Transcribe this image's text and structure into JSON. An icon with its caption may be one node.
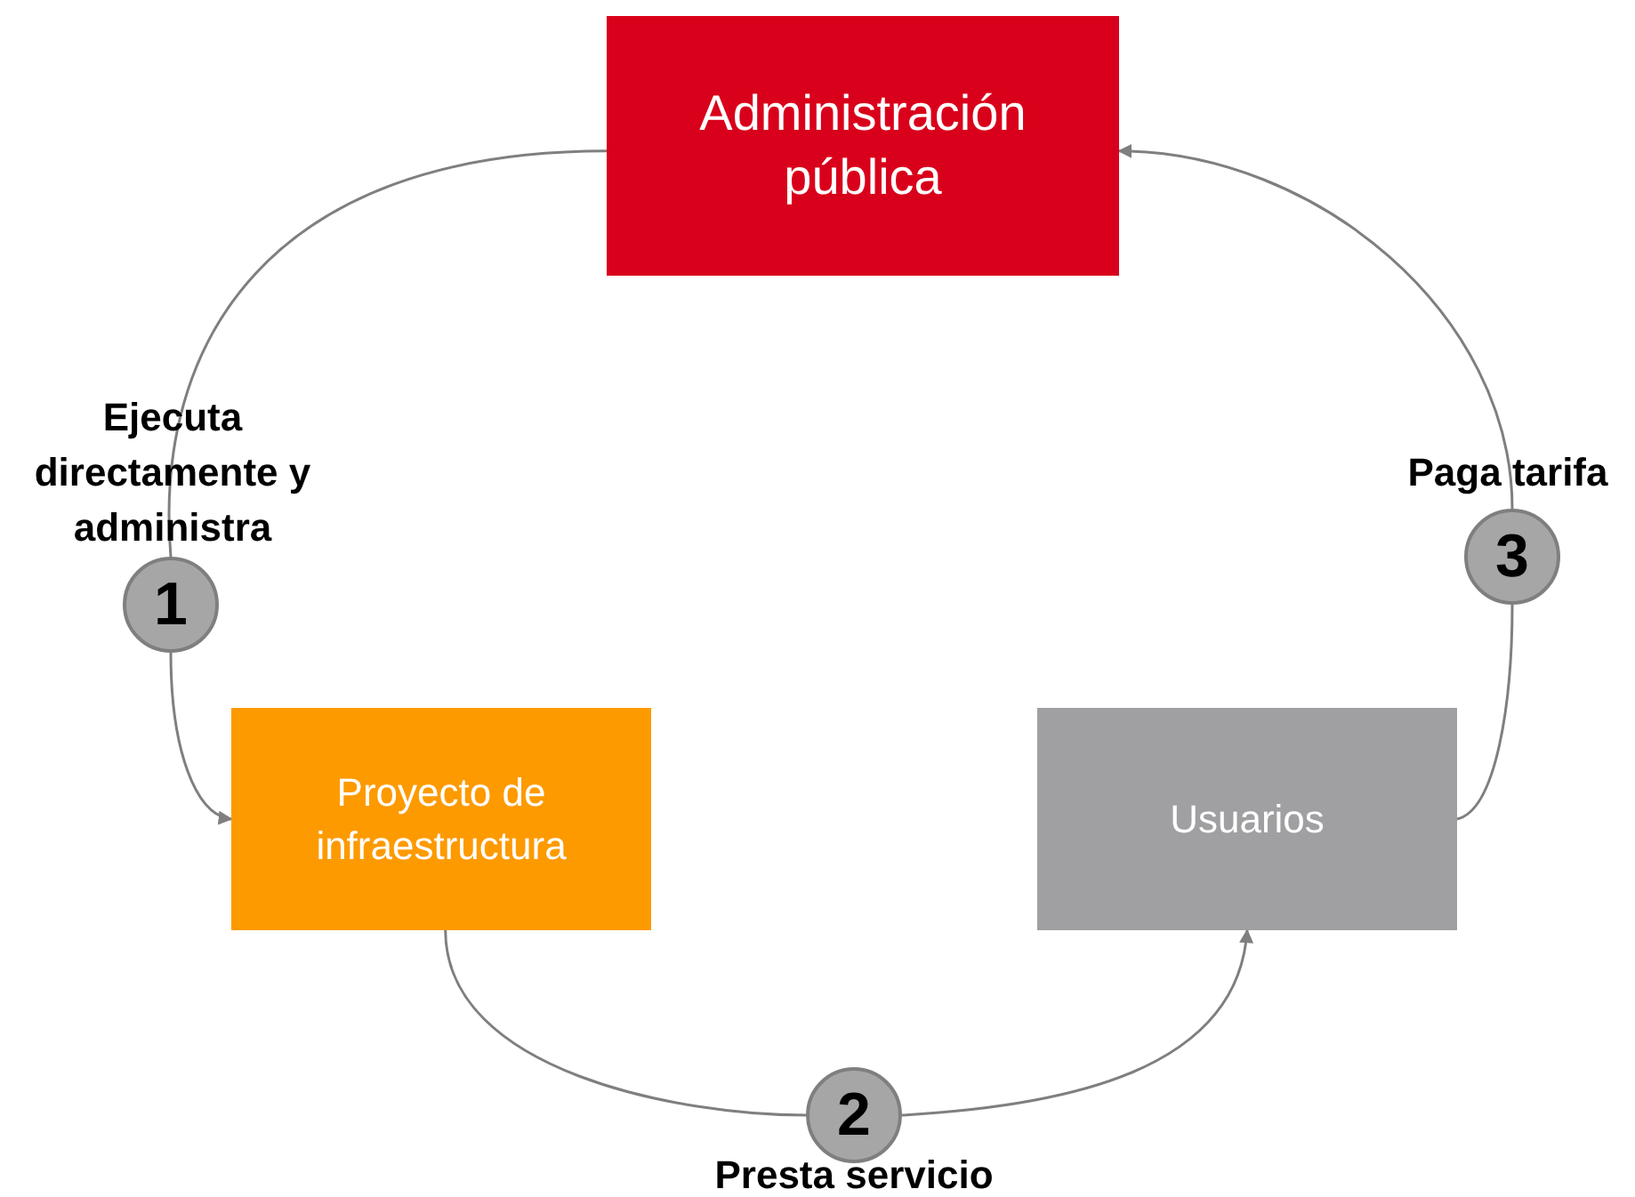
{
  "diagram": {
    "nodes": [
      {
        "text": [
          "Administración pública"
        ]
      },
      {
        "text": [
          "Proyecto de infraestructura"
        ]
      },
      {
        "text": [
          "Usuarios"
        ]
      },
      {
        "text": [
          "1"
        ],
        "beside": [
          "Ejecuta directamente y administra"
        ]
      },
      {
        "text": [
          "2"
        ],
        "beside": [
          "Presta servicio"
        ]
      },
      {
        "text": [
          "3"
        ],
        "beside": [
          "Paga tarifa"
        ]
      }
    ],
    "edges": [
      {
        "from": 0,
        "to": 3,
        "arrow": "none"
      },
      {
        "from": 3,
        "to": 1,
        "arrow": "to"
      },
      {
        "from": 1,
        "to": 4,
        "arrow": "none"
      },
      {
        "from": 4,
        "to": 2,
        "arrow": "to"
      },
      {
        "from": 2,
        "to": 5,
        "arrow": "none"
      },
      {
        "from": 5,
        "to": 0,
        "arrow": "to"
      }
    ]
  }
}
